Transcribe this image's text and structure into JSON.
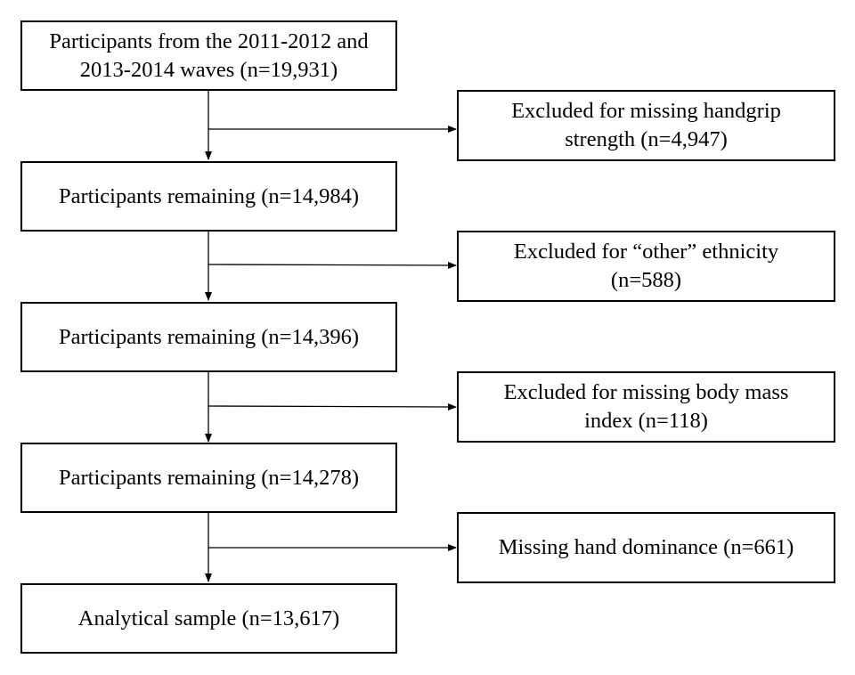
{
  "flowchart": {
    "main_boxes": [
      {
        "line1": "Participants from the 2011-2012 and",
        "line2": "2013-2014 waves (n=19,931)"
      },
      {
        "line1": "Participants remaining (n=14,984)",
        "line2": ""
      },
      {
        "line1": "Participants remaining (n=14,396)",
        "line2": ""
      },
      {
        "line1": "Participants remaining (n=14,278)",
        "line2": ""
      },
      {
        "line1": "Analytical sample (n=13,617)",
        "line2": ""
      }
    ],
    "exclusion_boxes": [
      {
        "line1": "Excluded for missing handgrip",
        "line2": "strength (n=4,947)"
      },
      {
        "line1": "Excluded for “other” ethnicity",
        "line2": "(n=588)"
      },
      {
        "line1": "Excluded for missing body mass",
        "line2": "index (n=118)"
      },
      {
        "line1": "Missing hand dominance (n=661)",
        "line2": ""
      }
    ]
  }
}
